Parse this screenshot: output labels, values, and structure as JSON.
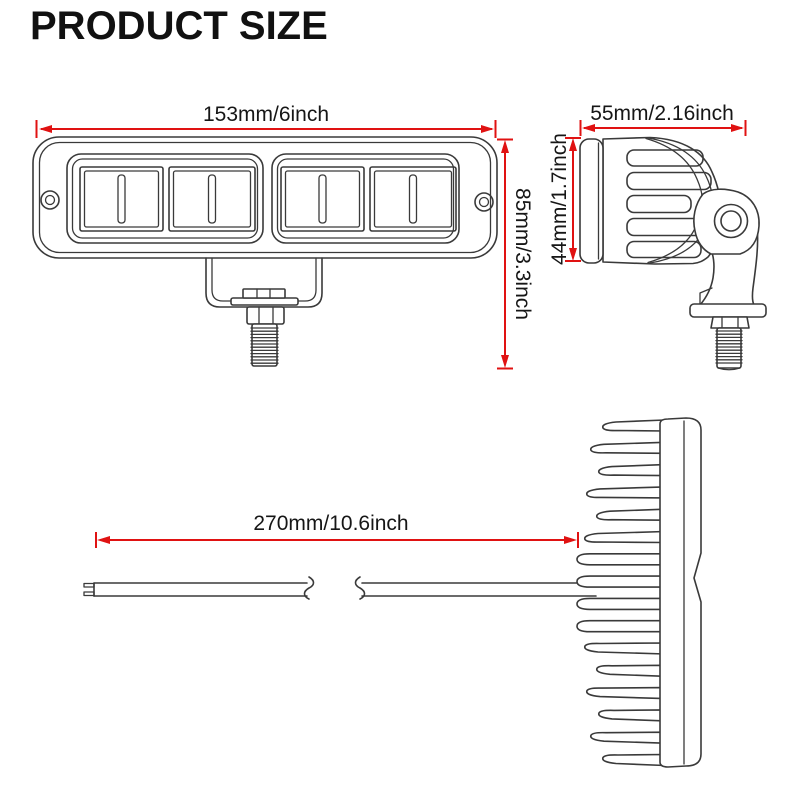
{
  "page": {
    "title": "PRODUCT SIZE"
  },
  "colors": {
    "dimension_red": "#e01212",
    "drawing_line": "#3a3a3a",
    "text": "#161616",
    "background": "#ffffff"
  },
  "dimensions": {
    "front_width": "153mm/6inch",
    "front_height": "85mm/3.3inch",
    "side_width": "55mm/2.16inch",
    "side_height": "44mm/1.7inch",
    "cable_length": "270mm/10.6inch"
  }
}
